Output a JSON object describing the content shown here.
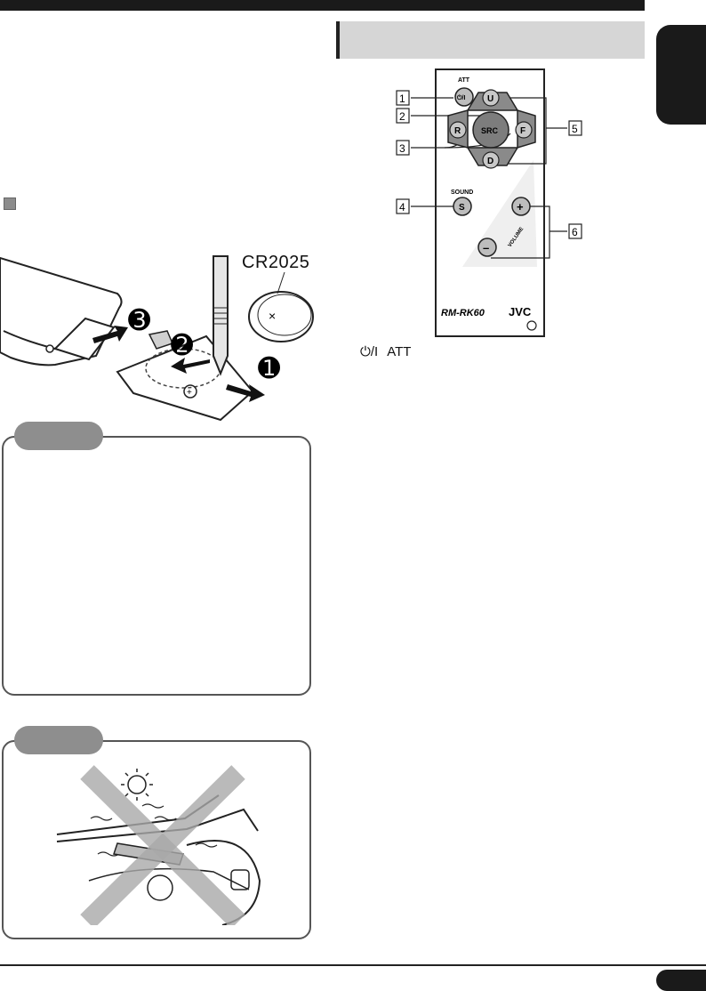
{
  "battery": {
    "label": "CR2025",
    "steps": [
      "➊",
      "➋",
      "➌"
    ]
  },
  "remote": {
    "model": "RM-RK60",
    "brand": "JVC",
    "buttons": {
      "power": "⏻/I",
      "att": "ATT",
      "up": "U",
      "down": "D",
      "src": "SRC",
      "r": "R",
      "f": "F",
      "sound_label": "SOUND",
      "sound": "S",
      "plus": "+",
      "minus": "–",
      "volume": "VOLUME"
    },
    "callouts": [
      "1",
      "2",
      "3",
      "4",
      "5",
      "6"
    ]
  },
  "legend": {
    "power_symbol": "⏻/I",
    "att": "ATT"
  }
}
